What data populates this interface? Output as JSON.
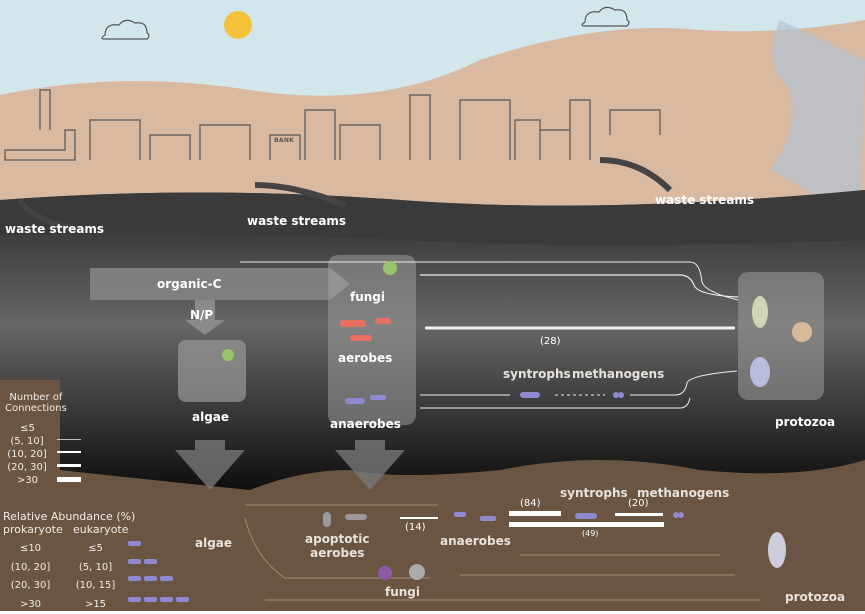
{
  "landscape": {
    "waste_streams": [
      "waste streams",
      "waste streams",
      "waste streams"
    ],
    "bank_sign": "BANK"
  },
  "water": {
    "organic_c": "organic-C",
    "np": "N/P",
    "algae": "algae",
    "fungi": "fungi",
    "aerobes": "aerobes",
    "anaerobes": "anaerobes",
    "syntrophs": "syntrophs",
    "methanogens": "methanogens",
    "protozoa": "protozoa",
    "link_aerobes_protozoa": "(28)"
  },
  "sediment": {
    "algae": "algae",
    "apoptotic_aerobes": [
      "apoptotic",
      "aerobes"
    ],
    "anaerobes": "anaerobes",
    "fungi": "fungi",
    "syntrophs": "syntrophs",
    "methanogens": "methanogens",
    "protozoa": "protozoa",
    "link_14": "(14)",
    "link_84": "(84)",
    "link_20": "(20)",
    "link_49": "(49)"
  },
  "legend": {
    "connections_title": [
      "Number of",
      "Connections"
    ],
    "connections": [
      "≤5",
      "(5, 10]",
      "(10, 20]",
      "(20, 30]",
      ">30"
    ],
    "abundance_title": "Relative Abundance (%)",
    "prokaryote_header": "prokaryote",
    "eukaryote_header": "eukaryote",
    "prokaryote": [
      "≤10",
      "(10, 20]",
      "(20, 30]",
      ">30"
    ],
    "eukaryote": [
      "≤5",
      "(5, 10]",
      "(10, 15]",
      ">15"
    ]
  },
  "colors": {
    "sky": "#d3e6ec",
    "land": "#d9b9a0",
    "water_dark": "#1c1c1c",
    "soil": "#6a5542",
    "organism": "#8f8ad0"
  }
}
